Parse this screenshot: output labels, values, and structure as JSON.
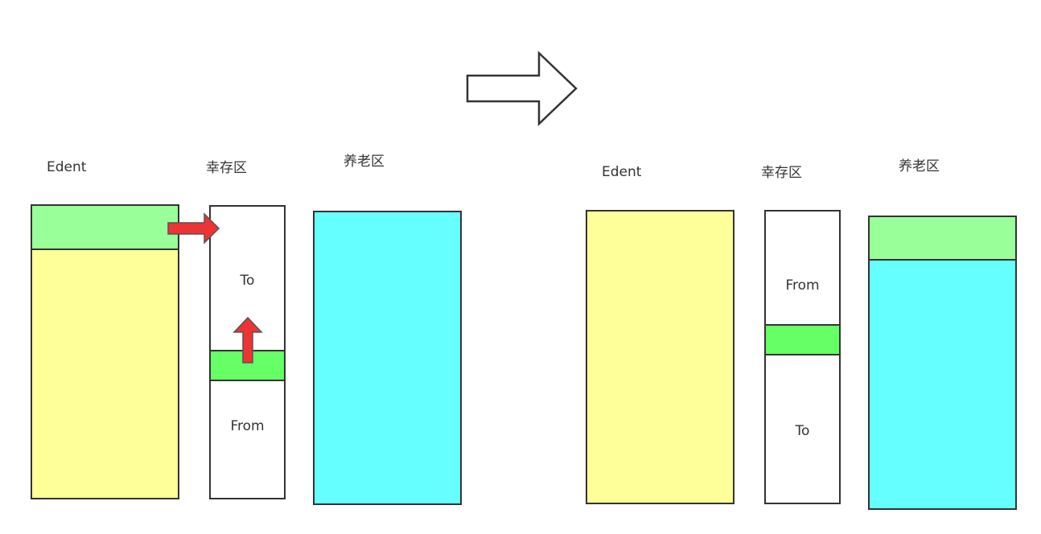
{
  "colors": {
    "outline": "#333333",
    "eden_yellow": "#ffff99",
    "survivor_green": "#99ff99",
    "live_object_green": "#66ff66",
    "old_gen_cyan": "#66ffff",
    "move_arrow_red": "#ee3333"
  },
  "before": {
    "labels": {
      "eden": "Edent",
      "survivor": "幸存区",
      "old": "养老区"
    },
    "survivor_space": {
      "top_label": "To",
      "bottom_label": "From"
    }
  },
  "after": {
    "labels": {
      "eden": "Edent",
      "survivor": "幸存区",
      "old": "养老区"
    },
    "survivor_space": {
      "top_label": "From",
      "bottom_label": "To"
    }
  },
  "transition_icon": "hollow-right-arrow-icon",
  "move_icons": [
    "red-right-arrow-icon",
    "red-up-arrow-icon"
  ]
}
